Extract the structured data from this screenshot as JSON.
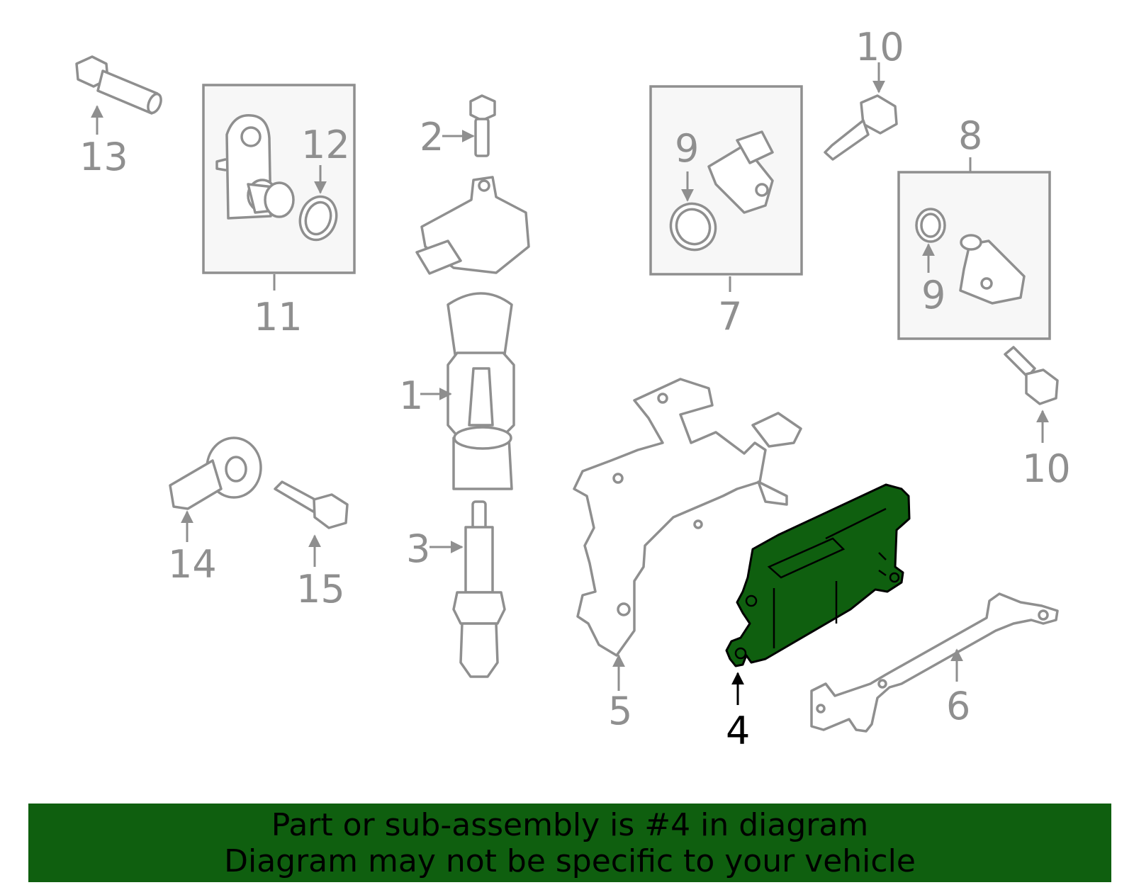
{
  "diagram": {
    "callouts": {
      "c1": "1",
      "c2": "2",
      "c3": "3",
      "c4": "4",
      "c5": "5",
      "c6": "6",
      "c7": "7",
      "c8": "8",
      "c9a": "9",
      "c9b": "9",
      "c10a": "10",
      "c10b": "10",
      "c11": "11",
      "c12": "12",
      "c13": "13",
      "c14": "14",
      "c15": "15"
    },
    "highlight_color": "#0f5f0f",
    "highlighted_part": "4"
  },
  "banner": {
    "line1": "Part or sub-assembly is #4 in diagram",
    "line2": "Diagram may not be specific to your vehicle",
    "background": "#0f5f0f"
  }
}
